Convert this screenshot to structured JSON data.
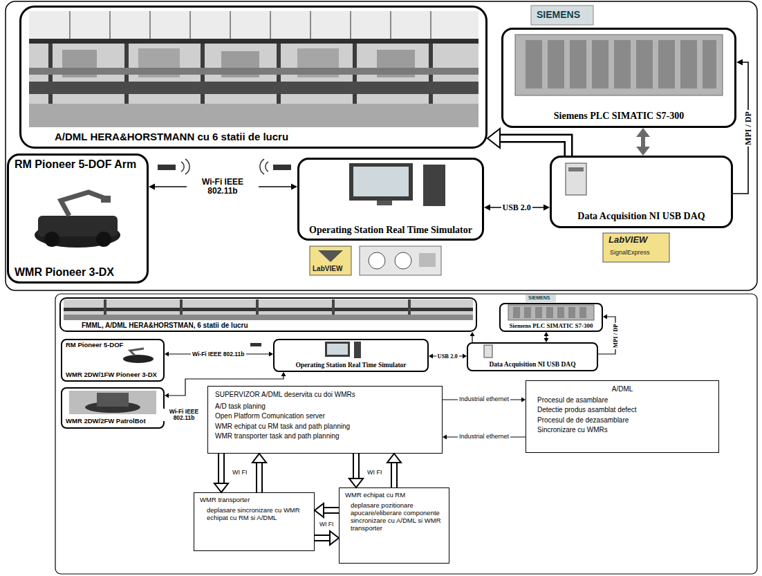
{
  "diagram": {
    "nodes": [
      {
        "text": [
          "A/DML HERA&HORSTMANN cu 6 statii de lucru"
        ]
      },
      {
        "text": [
          "Siemens PLC SIMATIC S7-300"
        ]
      },
      {
        "text": [
          "RM Pioneer 5-DOF Arm",
          "WMR Pioneer 3-DX"
        ]
      },
      {
        "text": [
          "Operating Station Real Time Simulator"
        ]
      },
      {
        "text": [
          "Data Acquisition NI USB DAQ"
        ]
      },
      {
        "text": [
          "FMML, A/DML HERA&HORSTMAN, 6 statii de lucru"
        ]
      },
      {
        "text": [
          "Siemens PLC SIMATIC S7-300"
        ]
      },
      {
        "text": [
          "RM Pioneer 5-DOF",
          "WMR 2DW/1FW Pioneer 3-DX"
        ]
      },
      {
        "text": [
          "Operating Station Real Time Simulator"
        ]
      },
      {
        "text": [
          "Data Acquisition NI USB DAQ"
        ]
      },
      {
        "text": [
          "WMR 2DW/2FW PatrolBot"
        ]
      },
      {
        "text": [
          "SUPERVIZOR A/DML deservita cu doi WMRs",
          "A/D task planing",
          "Open Platform Comunication server",
          "WMR echipat cu RM task and path planning",
          "WMR transporter task and path planning"
        ]
      },
      {
        "text": [
          "A/DML",
          "Procesul de asamblare",
          "Detectie produs asamblat defect",
          "Procesul de de dezasamblare",
          "Sincronizare cu WMRs"
        ]
      },
      {
        "text": [
          "WMR transporter",
          "deplasare sincronizare cu WMR echipat cu RM si A/DML"
        ]
      },
      {
        "text": [
          "WMR echipat cu RM",
          "deplasare pozitionare apucare/eliberare componente sincronizare cu A/DML si WMR transporter"
        ]
      }
    ],
    "edges": [
      {
        "from": 3,
        "to": 2,
        "arrow": "both",
        "label": "Wi-Fi IEEE 802.11b"
      },
      {
        "from": 3,
        "to": 4,
        "arrow": "both",
        "label": "USB 2.0"
      },
      {
        "from": 4,
        "to": 0,
        "arrow": "to"
      },
      {
        "from": 1,
        "to": 4,
        "arrow": "both"
      },
      {
        "from": 4,
        "to": 1,
        "arrow": "to",
        "label": "MPI / DP"
      },
      {
        "from": 8,
        "to": 7,
        "arrow": "both",
        "label": "Wi-Fi IEEE 802.11b"
      },
      {
        "from": 10,
        "to": 8,
        "arrow": "both",
        "label": "Wi-Fi IEEE 802.11b"
      },
      {
        "from": 8,
        "to": 9,
        "arrow": "both",
        "label": "USB 2.0"
      },
      {
        "from": 9,
        "to": 5,
        "arrow": "to"
      },
      {
        "from": 6,
        "to": 9,
        "arrow": "both"
      },
      {
        "from": 9,
        "to": 6,
        "arrow": "to",
        "label": "MPI / DP"
      },
      {
        "from": 11,
        "to": 12,
        "arrow": "to",
        "label": "Industrial ethernet"
      },
      {
        "from": 12,
        "to": 11,
        "arrow": "to",
        "label": "Industrial ethernet"
      },
      {
        "from": 11,
        "to": 13,
        "arrow": "to",
        "label": "WI FI"
      },
      {
        "from": 13,
        "to": 11,
        "arrow": "to"
      },
      {
        "from": 11,
        "to": 14,
        "arrow": "to",
        "label": "WI FI"
      },
      {
        "from": 14,
        "to": 11,
        "arrow": "to"
      },
      {
        "from": 14,
        "to": 13,
        "arrow": "to",
        "label": "WI FI"
      },
      {
        "from": 13,
        "to": 14,
        "arrow": "to"
      }
    ],
    "labels": [
      "SIEMENS",
      "LabVIEW",
      "LabVIEW",
      "SignalExpress",
      "SIEMENS"
    ]
  }
}
